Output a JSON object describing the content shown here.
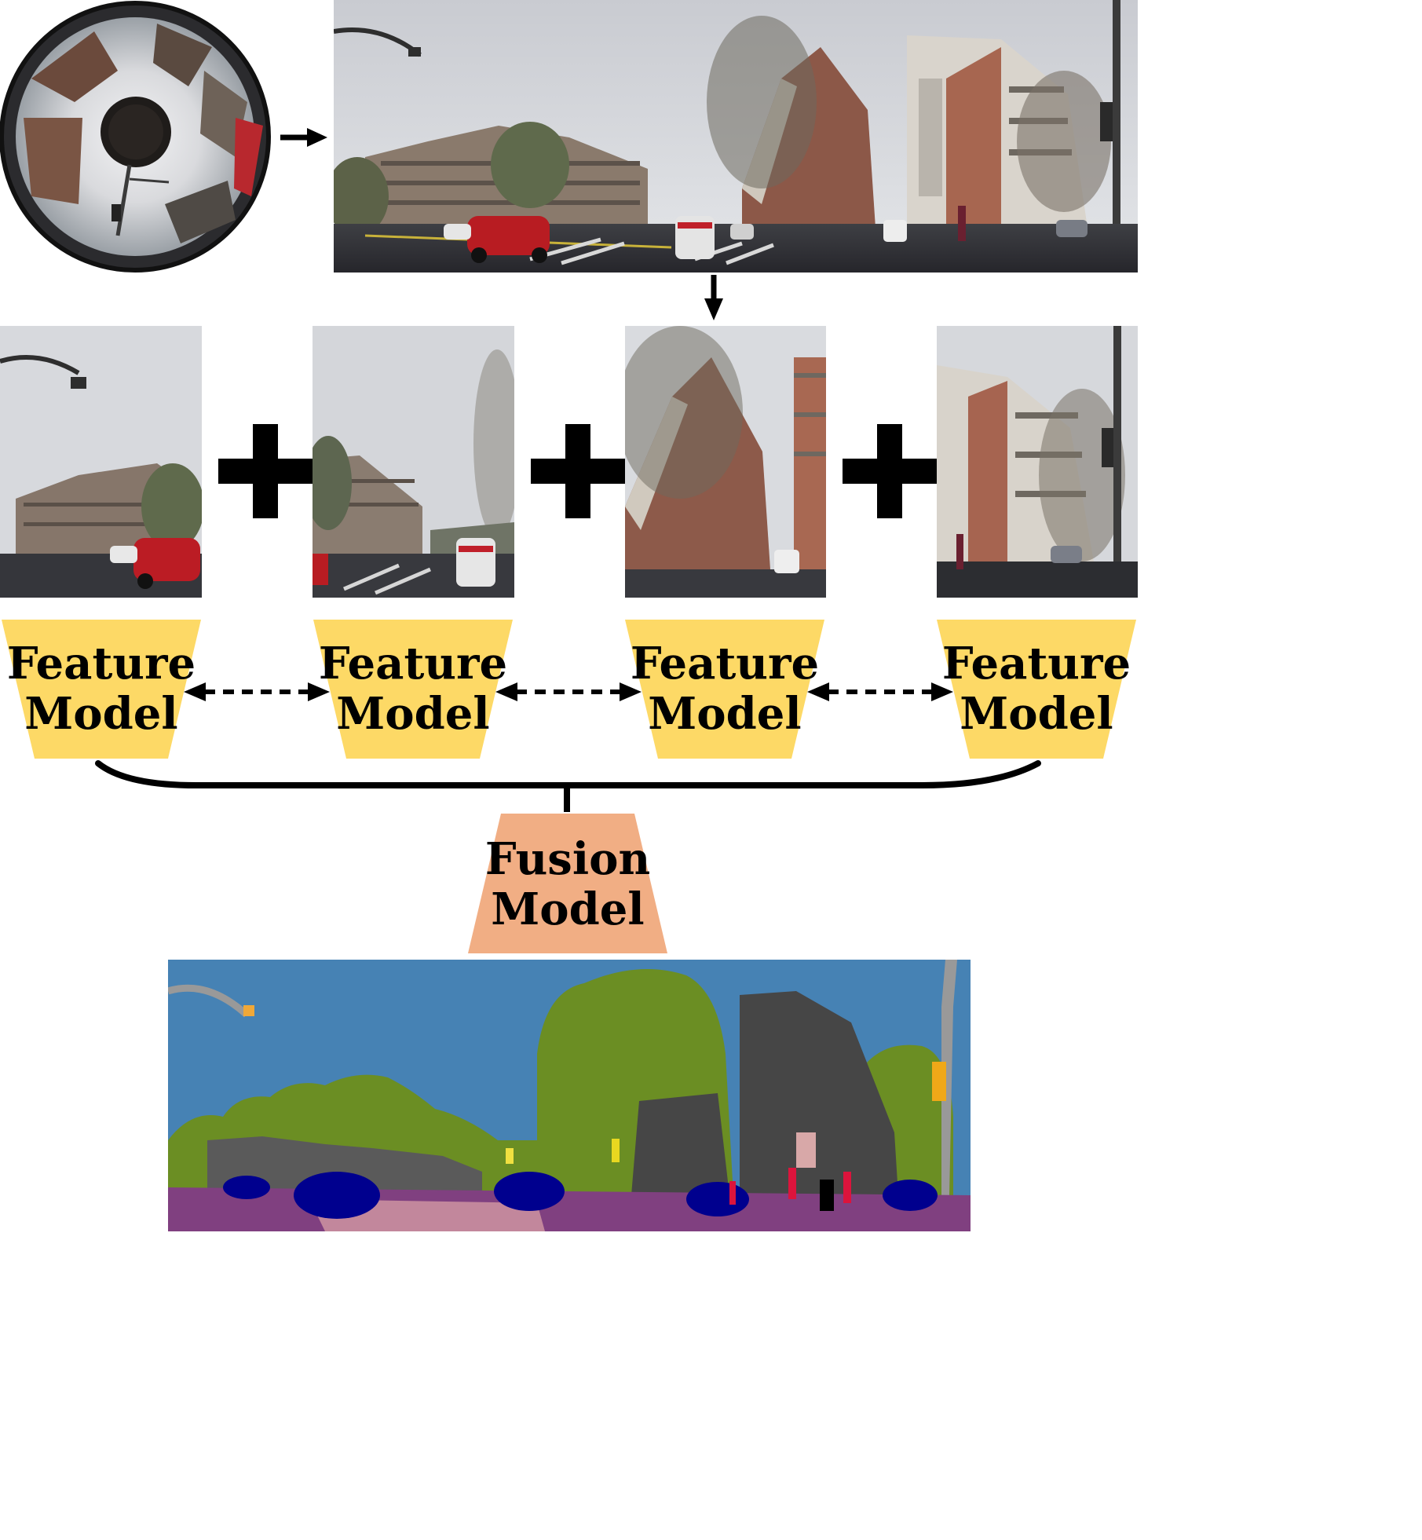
{
  "diagram": {
    "feature_models": [
      {
        "line1": "Feature",
        "line2": "Model"
      },
      {
        "line1": "Feature",
        "line2": "Model"
      },
      {
        "line1": "Feature",
        "line2": "Model"
      },
      {
        "line1": "Feature",
        "line2": "Model"
      }
    ],
    "fusion_model": {
      "line1": "Fusion",
      "line2": "Model"
    },
    "colors": {
      "feature_box": "#fdd966",
      "fusion_box": "#f1ae84",
      "sky": "#4682b4",
      "vegetation": "#6b8e23",
      "building": "#464646",
      "road": "#804080",
      "sidewalk": "#f423e8",
      "car": "#00008e",
      "pole": "#999999",
      "person": "#dc143c"
    }
  }
}
